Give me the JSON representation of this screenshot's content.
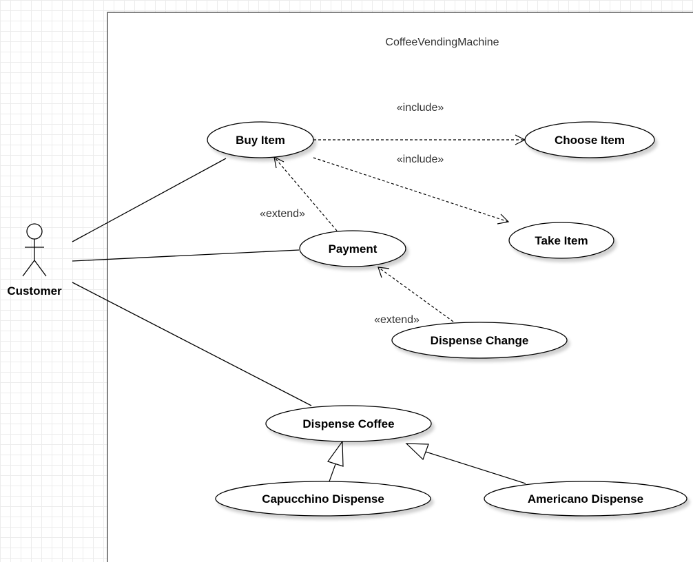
{
  "diagram": {
    "system_name": "CoffeeVendingMachine",
    "actor": {
      "name": "Customer"
    },
    "use_cases": {
      "buy_item": "Buy Item",
      "choose_item": "Choose Item",
      "take_item": "Take Item",
      "payment": "Payment",
      "dispense_change": "Dispense Change",
      "dispense_coffee": "Dispense Coffee",
      "capucchino_dispense": "Capucchino Dispense",
      "americano_dispense": "Americano Dispense"
    },
    "relations": [
      {
        "from": "Customer",
        "to": "Buy Item",
        "type": "association"
      },
      {
        "from": "Customer",
        "to": "Payment",
        "type": "association"
      },
      {
        "from": "Customer",
        "to": "Dispense Coffee",
        "type": "association"
      },
      {
        "from": "Buy Item",
        "to": "Choose Item",
        "type": "include",
        "label": "«include»"
      },
      {
        "from": "Buy Item",
        "to": "Take Item",
        "type": "include",
        "label": "«include»"
      },
      {
        "from": "Payment",
        "to": "Buy Item",
        "type": "extend",
        "label": "«extend»"
      },
      {
        "from": "Dispense Change",
        "to": "Payment",
        "type": "extend",
        "label": "«extend»"
      },
      {
        "from": "Capucchino Dispense",
        "to": "Dispense Coffee",
        "type": "generalization"
      },
      {
        "from": "Americano Dispense",
        "to": "Dispense Coffee",
        "type": "generalization"
      }
    ]
  }
}
